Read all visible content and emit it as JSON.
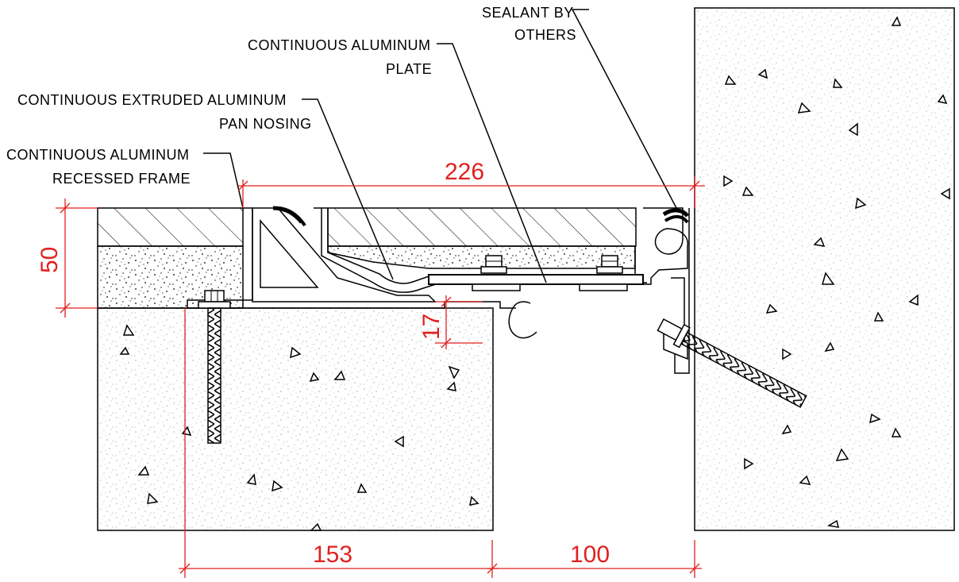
{
  "labels": {
    "sealant": [
      "SEALANT BY",
      "OTHERS"
    ],
    "plate": [
      "CONTINUOUS ALUMINUM",
      "PLATE"
    ],
    "nosing": [
      "CONTINUOUS EXTRUDED ALUMINUM",
      "PAN NOSING"
    ],
    "frame": [
      "CONTINUOUS ALUMINUM",
      "RECESSED FRAME"
    ]
  },
  "dimensions": {
    "overall_width": "226",
    "depth": "50",
    "offset": "17",
    "left_span": "153",
    "right_span": "100"
  },
  "colors": {
    "dimension": "#e0201e",
    "linework": "#000000"
  }
}
